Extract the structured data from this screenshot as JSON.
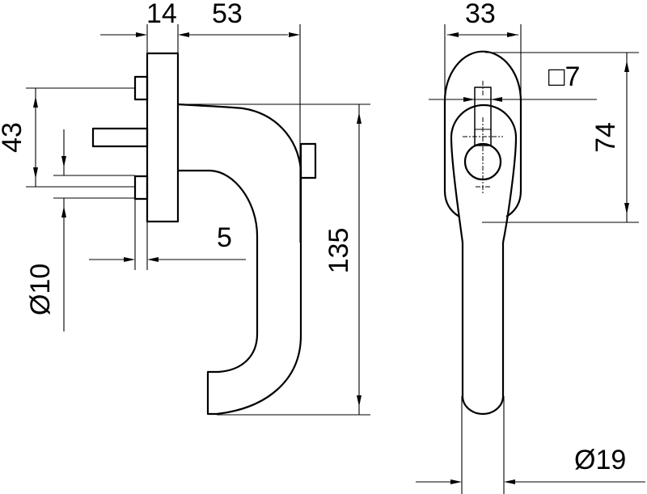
{
  "drawing": {
    "title": "Window handle technical drawing",
    "side_view": {
      "dimensions": {
        "rosette_thickness": "14",
        "projection": "53",
        "pin_spacing": "43",
        "pin_diameter": "Ø10",
        "gap": "5",
        "height": "135"
      }
    },
    "front_view": {
      "dimensions": {
        "rosette_width": "33",
        "square_spindle": "□7",
        "rosette_height": "74",
        "grip_diameter": "Ø19"
      }
    },
    "colors": {
      "line": "#000000",
      "background": "#ffffff"
    }
  }
}
